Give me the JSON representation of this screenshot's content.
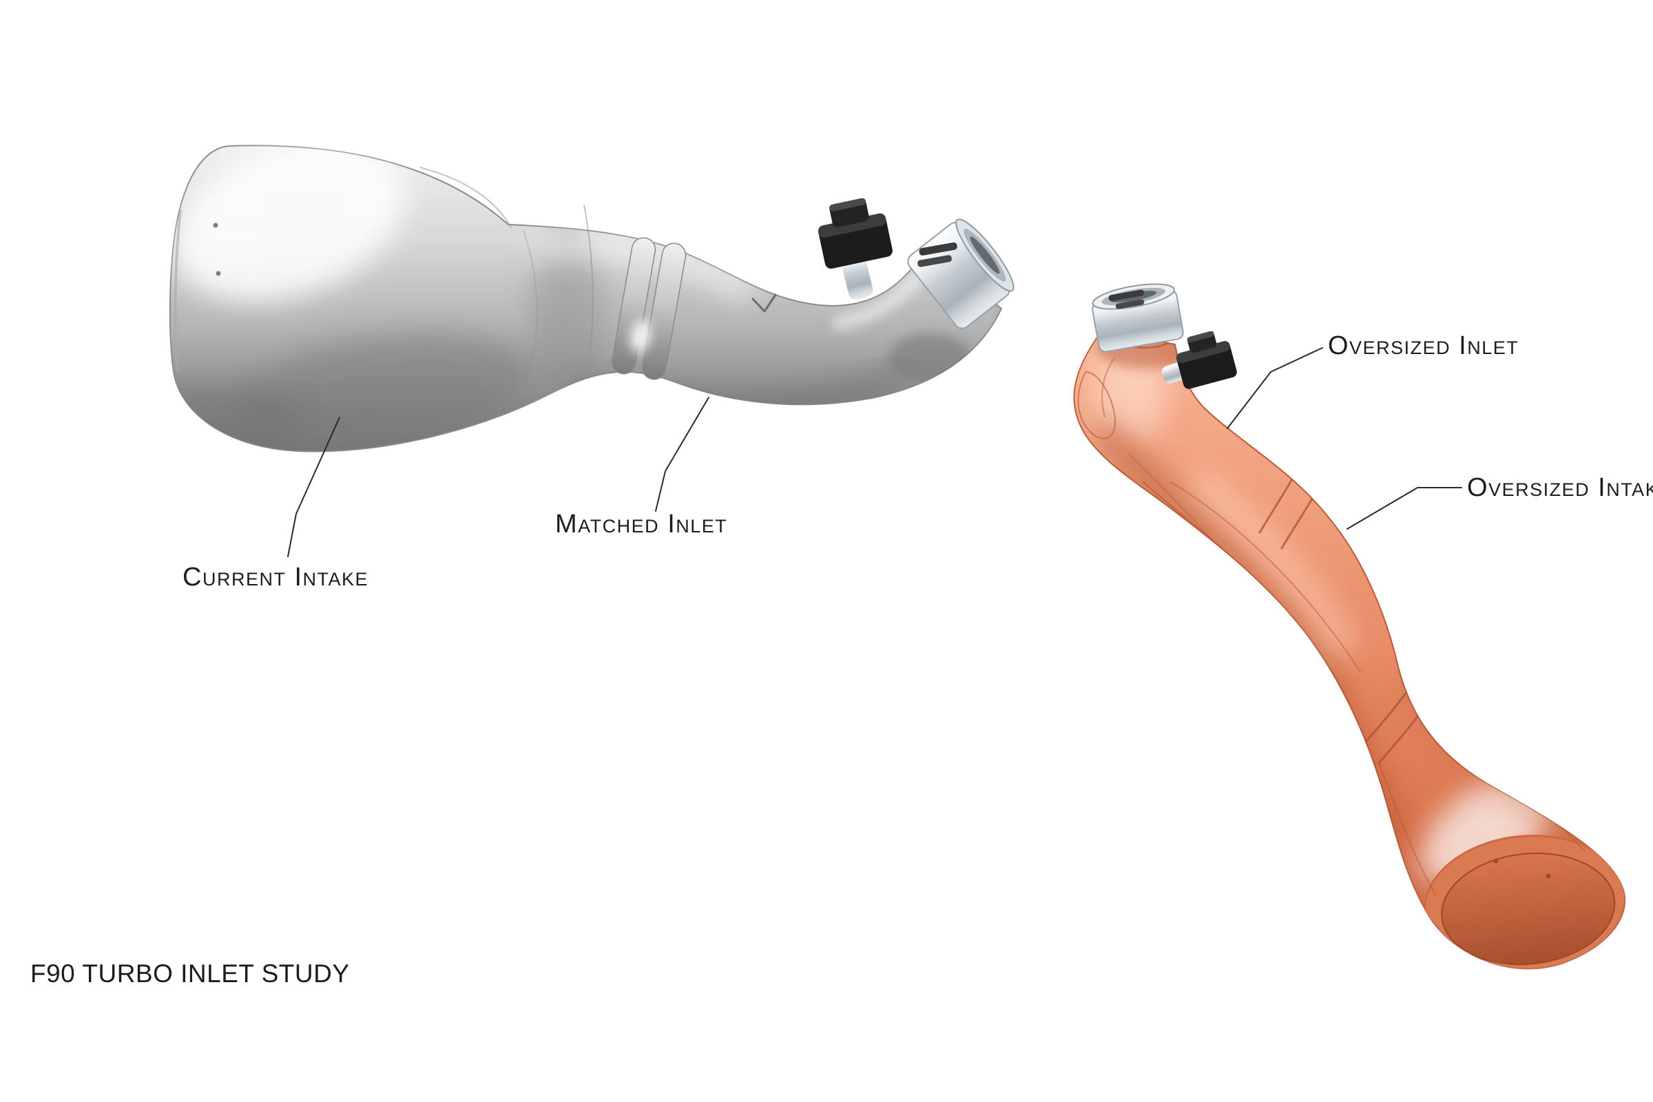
{
  "document": {
    "title": "F90 TURBO INLET STUDY"
  },
  "annotations": {
    "current_intake": {
      "label": "Current Intake"
    },
    "matched_inlet": {
      "label": "Matched Inlet"
    },
    "oversized_inlet": {
      "label": "Oversized Inlet"
    },
    "oversized_intake": {
      "label": "Oversized Intake"
    }
  },
  "colors": {
    "background": "#ffffff",
    "current_intake_body": "#b9b9b9",
    "oversized_intake_body": "#e8906f",
    "coupler_silver": "#dfe4e8",
    "sensor_black": "#1c1c1c",
    "annotation_line": "#2a2a2a",
    "annotation_text": "#1c1c1c"
  }
}
